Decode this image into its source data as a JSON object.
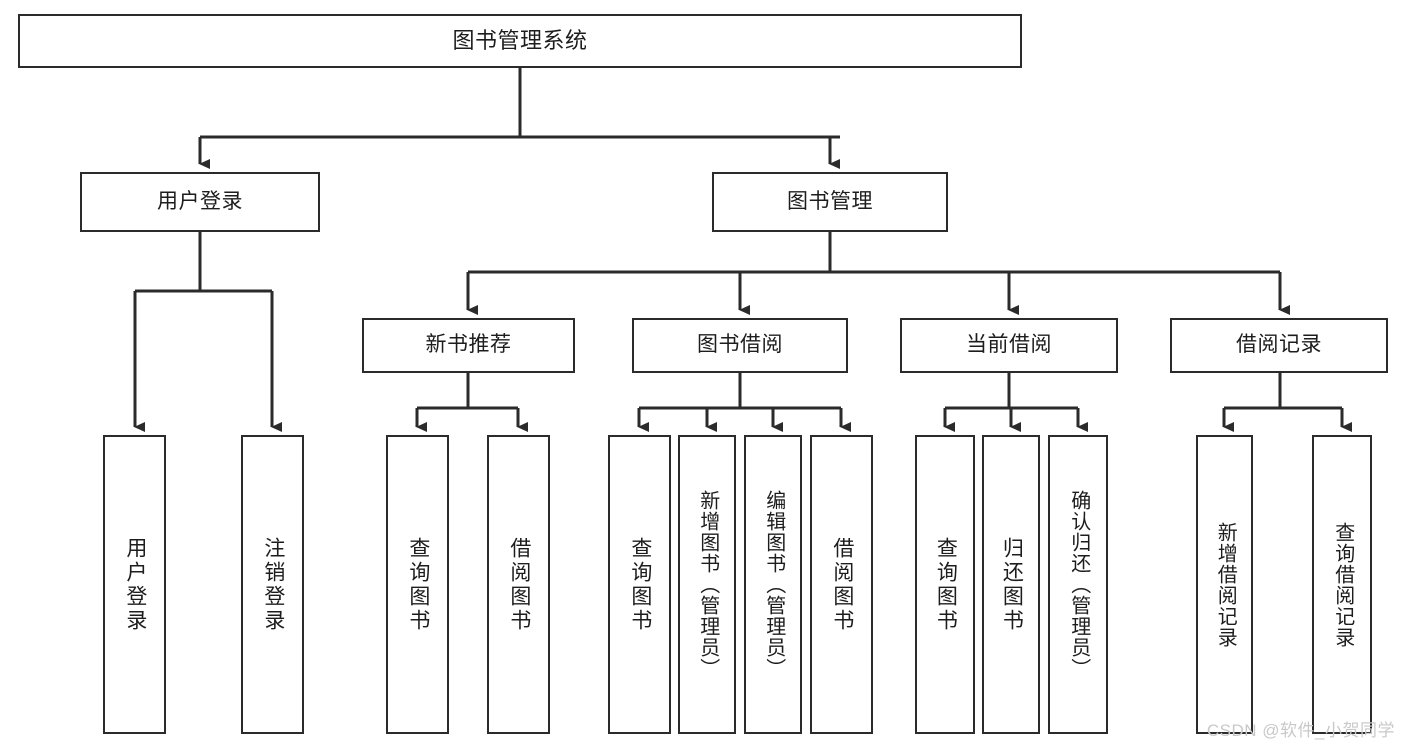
{
  "diagram": {
    "title": "图书管理系统",
    "type": "tree",
    "colors": {
      "box_border": "#2b2b2b",
      "box_fill": "#ffffff",
      "connector": "#2b2b2b",
      "text": "#1d1d1d",
      "watermark": "#c9c9c9",
      "background": "#ffffff"
    },
    "nodes": {
      "root": {
        "label": "图书管理系统"
      },
      "level2": [
        {
          "label": "用户登录"
        },
        {
          "label": "图书管理"
        }
      ],
      "level3": [
        {
          "label": "新书推荐"
        },
        {
          "label": "图书借阅"
        },
        {
          "label": "当前借阅"
        },
        {
          "label": "借阅记录"
        }
      ],
      "leaves_user_login": [
        {
          "label": "用户登录"
        },
        {
          "label": "注销登录"
        }
      ],
      "leaves_new_book": [
        {
          "label": "查询图书"
        },
        {
          "label": "借阅图书"
        }
      ],
      "leaves_borrow": [
        {
          "label": "查询图书"
        },
        {
          "label": "新增图书（管理员）"
        },
        {
          "label": "编辑图书（管理员）"
        },
        {
          "label": "借阅图书"
        }
      ],
      "leaves_current": [
        {
          "label": "查询图书"
        },
        {
          "label": "归还图书"
        },
        {
          "label": "确认归还（管理员）"
        }
      ],
      "leaves_record": [
        {
          "label": "新增借阅记录"
        },
        {
          "label": "查询借阅记录"
        }
      ]
    },
    "edges": [
      {
        "from": "图书管理系统",
        "to": "用户登录"
      },
      {
        "from": "图书管理系统",
        "to": "图书管理"
      },
      {
        "from": "用户登录",
        "to": "用户登录"
      },
      {
        "from": "用户登录",
        "to": "注销登录"
      },
      {
        "from": "图书管理",
        "to": "新书推荐"
      },
      {
        "from": "图书管理",
        "to": "图书借阅"
      },
      {
        "from": "图书管理",
        "to": "当前借阅"
      },
      {
        "from": "图书管理",
        "to": "借阅记录"
      },
      {
        "from": "新书推荐",
        "to": "查询图书"
      },
      {
        "from": "新书推荐",
        "to": "借阅图书"
      },
      {
        "from": "图书借阅",
        "to": "查询图书"
      },
      {
        "from": "图书借阅",
        "to": "新增图书（管理员）"
      },
      {
        "from": "图书借阅",
        "to": "编辑图书（管理员）"
      },
      {
        "from": "图书借阅",
        "to": "借阅图书"
      },
      {
        "from": "当前借阅",
        "to": "查询图书"
      },
      {
        "from": "当前借阅",
        "to": "归还图书"
      },
      {
        "from": "当前借阅",
        "to": "确认归还（管理员）"
      },
      {
        "from": "借阅记录",
        "to": "新增借阅记录"
      },
      {
        "from": "借阅记录",
        "to": "查询借阅记录"
      }
    ],
    "watermark": "CSDN @软件_小贺同学"
  }
}
